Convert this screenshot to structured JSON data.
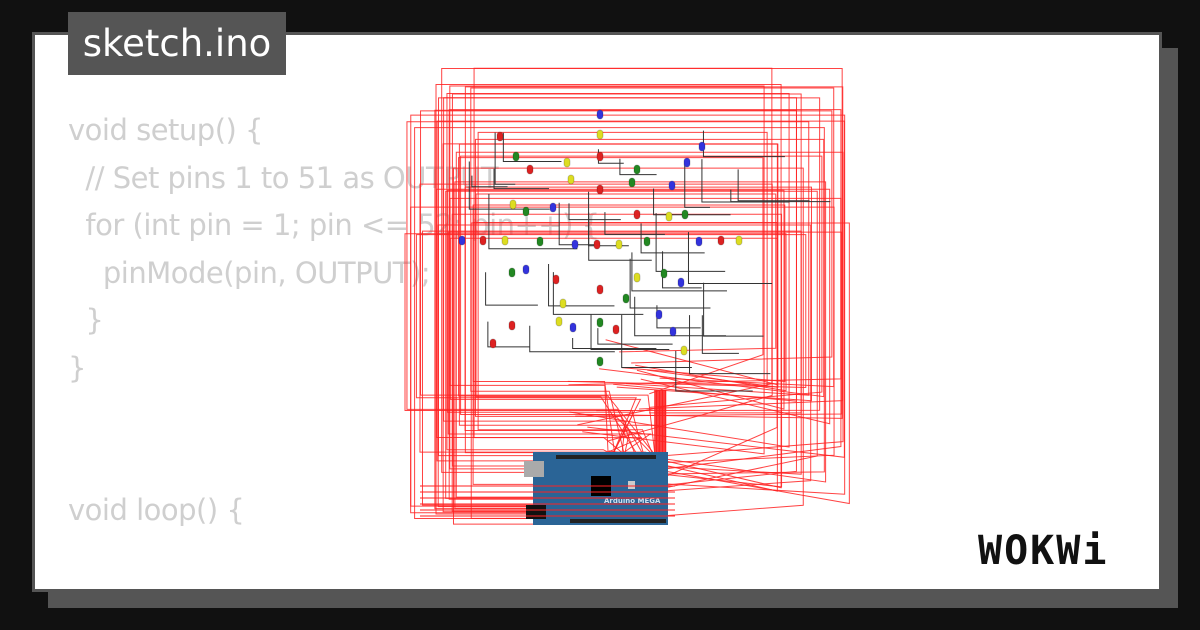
{
  "file_tab": {
    "label": "sketch.ino"
  },
  "code_lines": [
    "void setup() {",
    "  // Set pins 1 to 51 as OUTPUT",
    "  for (int pin = 1; pin <= 52; pin++) {",
    "    pinMode(pin, OUTPUT);",
    "  }",
    "}",
    "",
    "",
    "void loop() {"
  ],
  "circuit": {
    "board": "Arduino MEGA",
    "led_colors": [
      "#3333dd",
      "#dd2222",
      "#dddd22",
      "#228822"
    ],
    "wire_color": "#ff2222",
    "board_color": "#2a6496"
  },
  "brand": {
    "logo": "WOKWi"
  }
}
